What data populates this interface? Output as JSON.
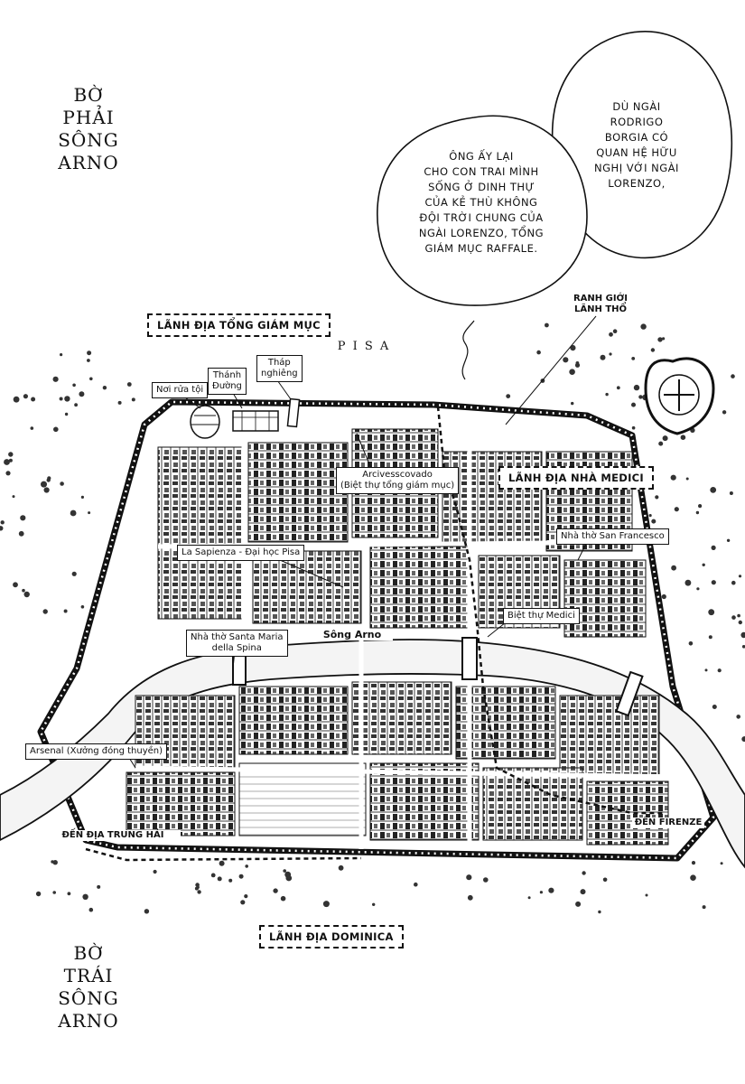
{
  "banks": {
    "right": "BỜ\nPHẢI\nSÔNG\nARNO",
    "left": "BỜ\nTRÁI\nSÔNG\nARNO"
  },
  "speech": {
    "bubble1": "DÙ NGÀI\nRODRIGO\nBORGIA CÓ\nQUAN HỆ HỮU\nNGHỊ VỚI NGÀI\nLORENZO,",
    "bubble2": "ÔNG ẤY LẠI\nCHO CON TRAI MÌNH\nSỐNG Ở DINH THỰ\nCỦA KẺ THÙ KHÔNG\nĐỘI TRỜI CHUNG CỦA\nNGÀI LORENZO, TỔNG\nGIÁM MỤC RAFFALE."
  },
  "map": {
    "city_name": "P I S A",
    "river_label": "Sông Arno",
    "boundary_label": "RANH GIỚI\nLÃNH THỔ",
    "territories": {
      "archbishop": "LÃNH ĐỊA TỔNG GIÁM MỤC",
      "medici": "LÃNH ĐỊA NHÀ MEDICI",
      "dominica": "LÃNH ĐỊA DOMINICA"
    },
    "directions": {
      "to_mediterranean": "ĐẾN ĐỊA TRUNG HẢI",
      "to_firenze": "ĐẾN FIRENZE"
    },
    "places": {
      "baptistery": "Nơi rửa tội",
      "cathedral": "Thánh\nĐường",
      "tower": "Tháp\nnghiêng",
      "archbishop_palace": "Arcivesscovado\n(Biệt thự tổng giám mục)",
      "san_francesco": "Nhà thờ San Francesco",
      "sapienza": "La Sapienza - Đại học Pisa",
      "medici_villa": "Biệt thự Medici",
      "santa_maria": "Nhà thờ Santa Maria\ndella Spina",
      "arsenal": "Arsenal (Xưởng đóng thuyền)"
    }
  },
  "colors": {
    "ink": "#111111",
    "paper": "#ffffff",
    "river": "#f4f4f4"
  }
}
